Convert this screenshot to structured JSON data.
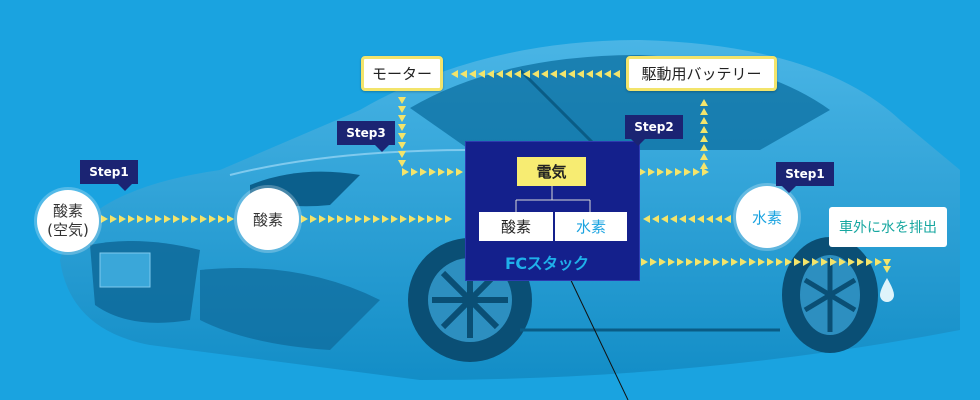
{
  "diagram": {
    "motor_label": "モーター",
    "battery_label": "駆動用バッテリー",
    "electricity_label": "電気",
    "fc_oxygen_label": "酸素",
    "fc_hydrogen_label": "水素",
    "fc_stack_label": "FCスタック",
    "air_label_line1": "酸素",
    "air_label_line2": "(空気)",
    "oxygen_label": "酸素",
    "hydrogen_label": "水素",
    "exhaust_label": "車外に水を排出",
    "step1_left": "Step1",
    "step1_right": "Step1",
    "step2": "Step2",
    "step3": "Step3"
  },
  "colors": {
    "background": "#1aa3e0",
    "arrow": "#f3e46b",
    "step_badge": "#1b2473",
    "fc_panel": "#14208c",
    "electricity_fill": "#f7ec72",
    "water_drop": "#dff4fb"
  }
}
